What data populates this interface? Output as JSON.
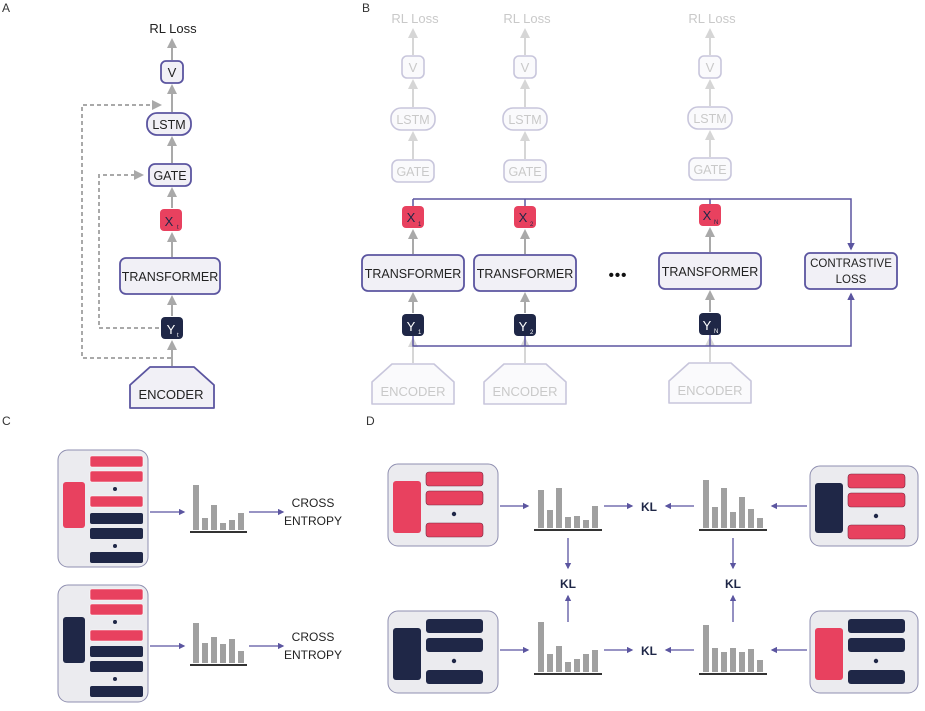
{
  "panels": {
    "a": "A",
    "b": "B",
    "c": "C",
    "d": "D"
  },
  "panel_a": {
    "rl_loss": "RL Loss",
    "v": "V",
    "lstm": "LSTM",
    "gate": "GATE",
    "x": "X",
    "x_sub": "t",
    "transformer": "TRANSFORMER",
    "y": "Y",
    "y_sub": "t",
    "encoder": "ENCODER"
  },
  "panel_b": {
    "rl_loss": "RL Loss",
    "v": "V",
    "lstm": "LSTM",
    "gate": "GATE",
    "transformer": "TRANSFORMER",
    "encoder": "ENCODER",
    "ellipsis": "•••",
    "contrastive_line1": "CONTRASTIVE",
    "contrastive_line2": "LOSS",
    "x_label": "X",
    "y_label": "Y",
    "subs": [
      "1",
      "2",
      "N"
    ]
  },
  "panel_c": {
    "cross_line1": "CROSS",
    "cross_line2": "ENTROPY"
  },
  "panel_d": {
    "kl": "KL"
  },
  "colors": {
    "purple": "#5b55a0",
    "red": "#e8415f",
    "navy": "#1f2747",
    "gray_arrow": "#a9a9a9",
    "faded": "#c8c6dc",
    "box_bg": "#f1f0f6",
    "card_bg": "#ebebef"
  }
}
